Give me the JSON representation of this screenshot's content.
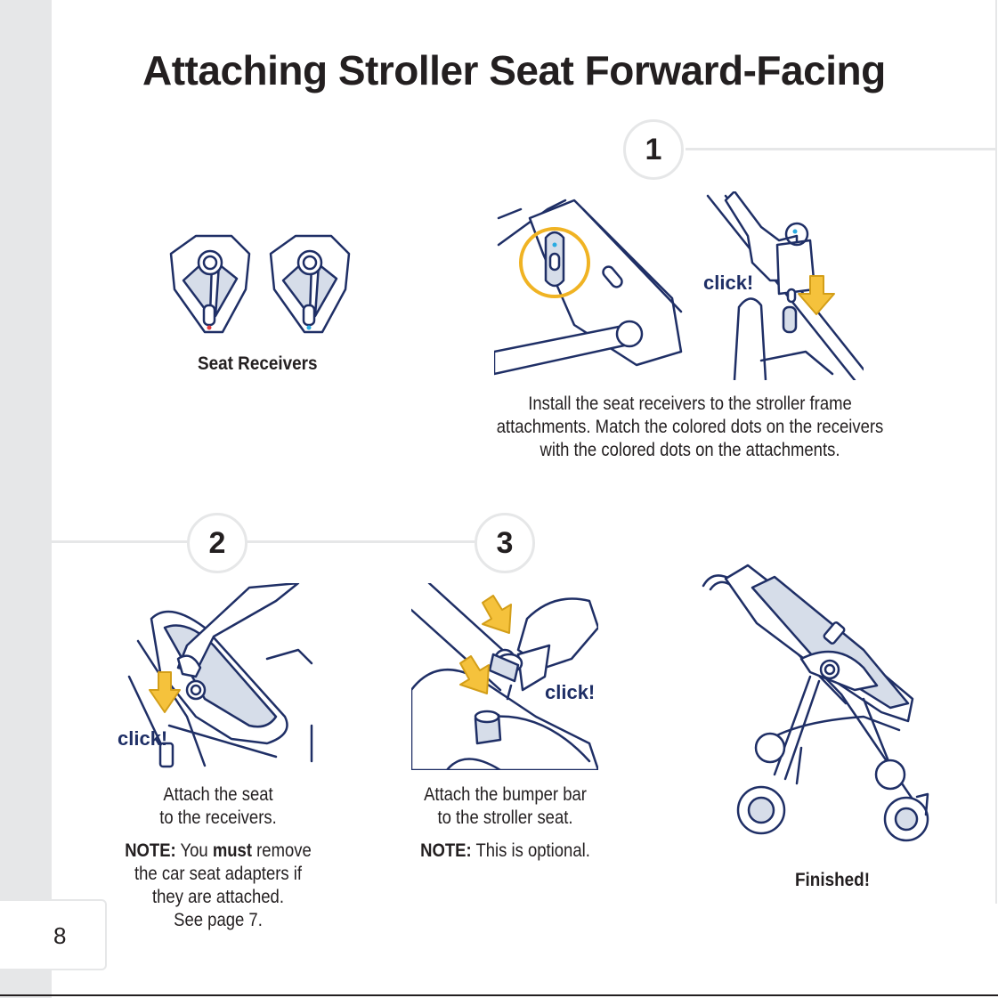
{
  "page": {
    "title": "Attaching Stroller Seat Forward-Facing",
    "page_number": "8"
  },
  "receivers": {
    "label": "Seat Receivers"
  },
  "step1": {
    "number": "1",
    "click_label": "click!",
    "caption_lines": [
      "Install the seat receivers to the stroller frame",
      "attachments. Match the colored dots on the receivers",
      "with the colored dots on the attachments."
    ]
  },
  "step2": {
    "number": "2",
    "click_label": "click!",
    "caption_lines": [
      "Attach the seat",
      "to the receivers."
    ],
    "note_label": "NOTE:",
    "note_text_1": "You",
    "note_emphasis": "must",
    "note_text_2": "remove",
    "note_lines": [
      "the car seat adapters if",
      "they are attached.",
      "See page 7."
    ]
  },
  "step3": {
    "number": "3",
    "click_label": "click!",
    "caption_lines": [
      "Attach the bumper bar",
      "to the stroller seat."
    ],
    "note_label": "NOTE:",
    "note_text": "This is optional."
  },
  "finished": {
    "label": "Finished!"
  },
  "colors": {
    "line_art": "#1f2f66",
    "arrow_yellow": "#f5c23c",
    "highlight_ring": "#f0b323",
    "dot_red": "#e03a3e",
    "dot_cyan": "#29abe2",
    "rule_gray": "#e6e7e8"
  }
}
